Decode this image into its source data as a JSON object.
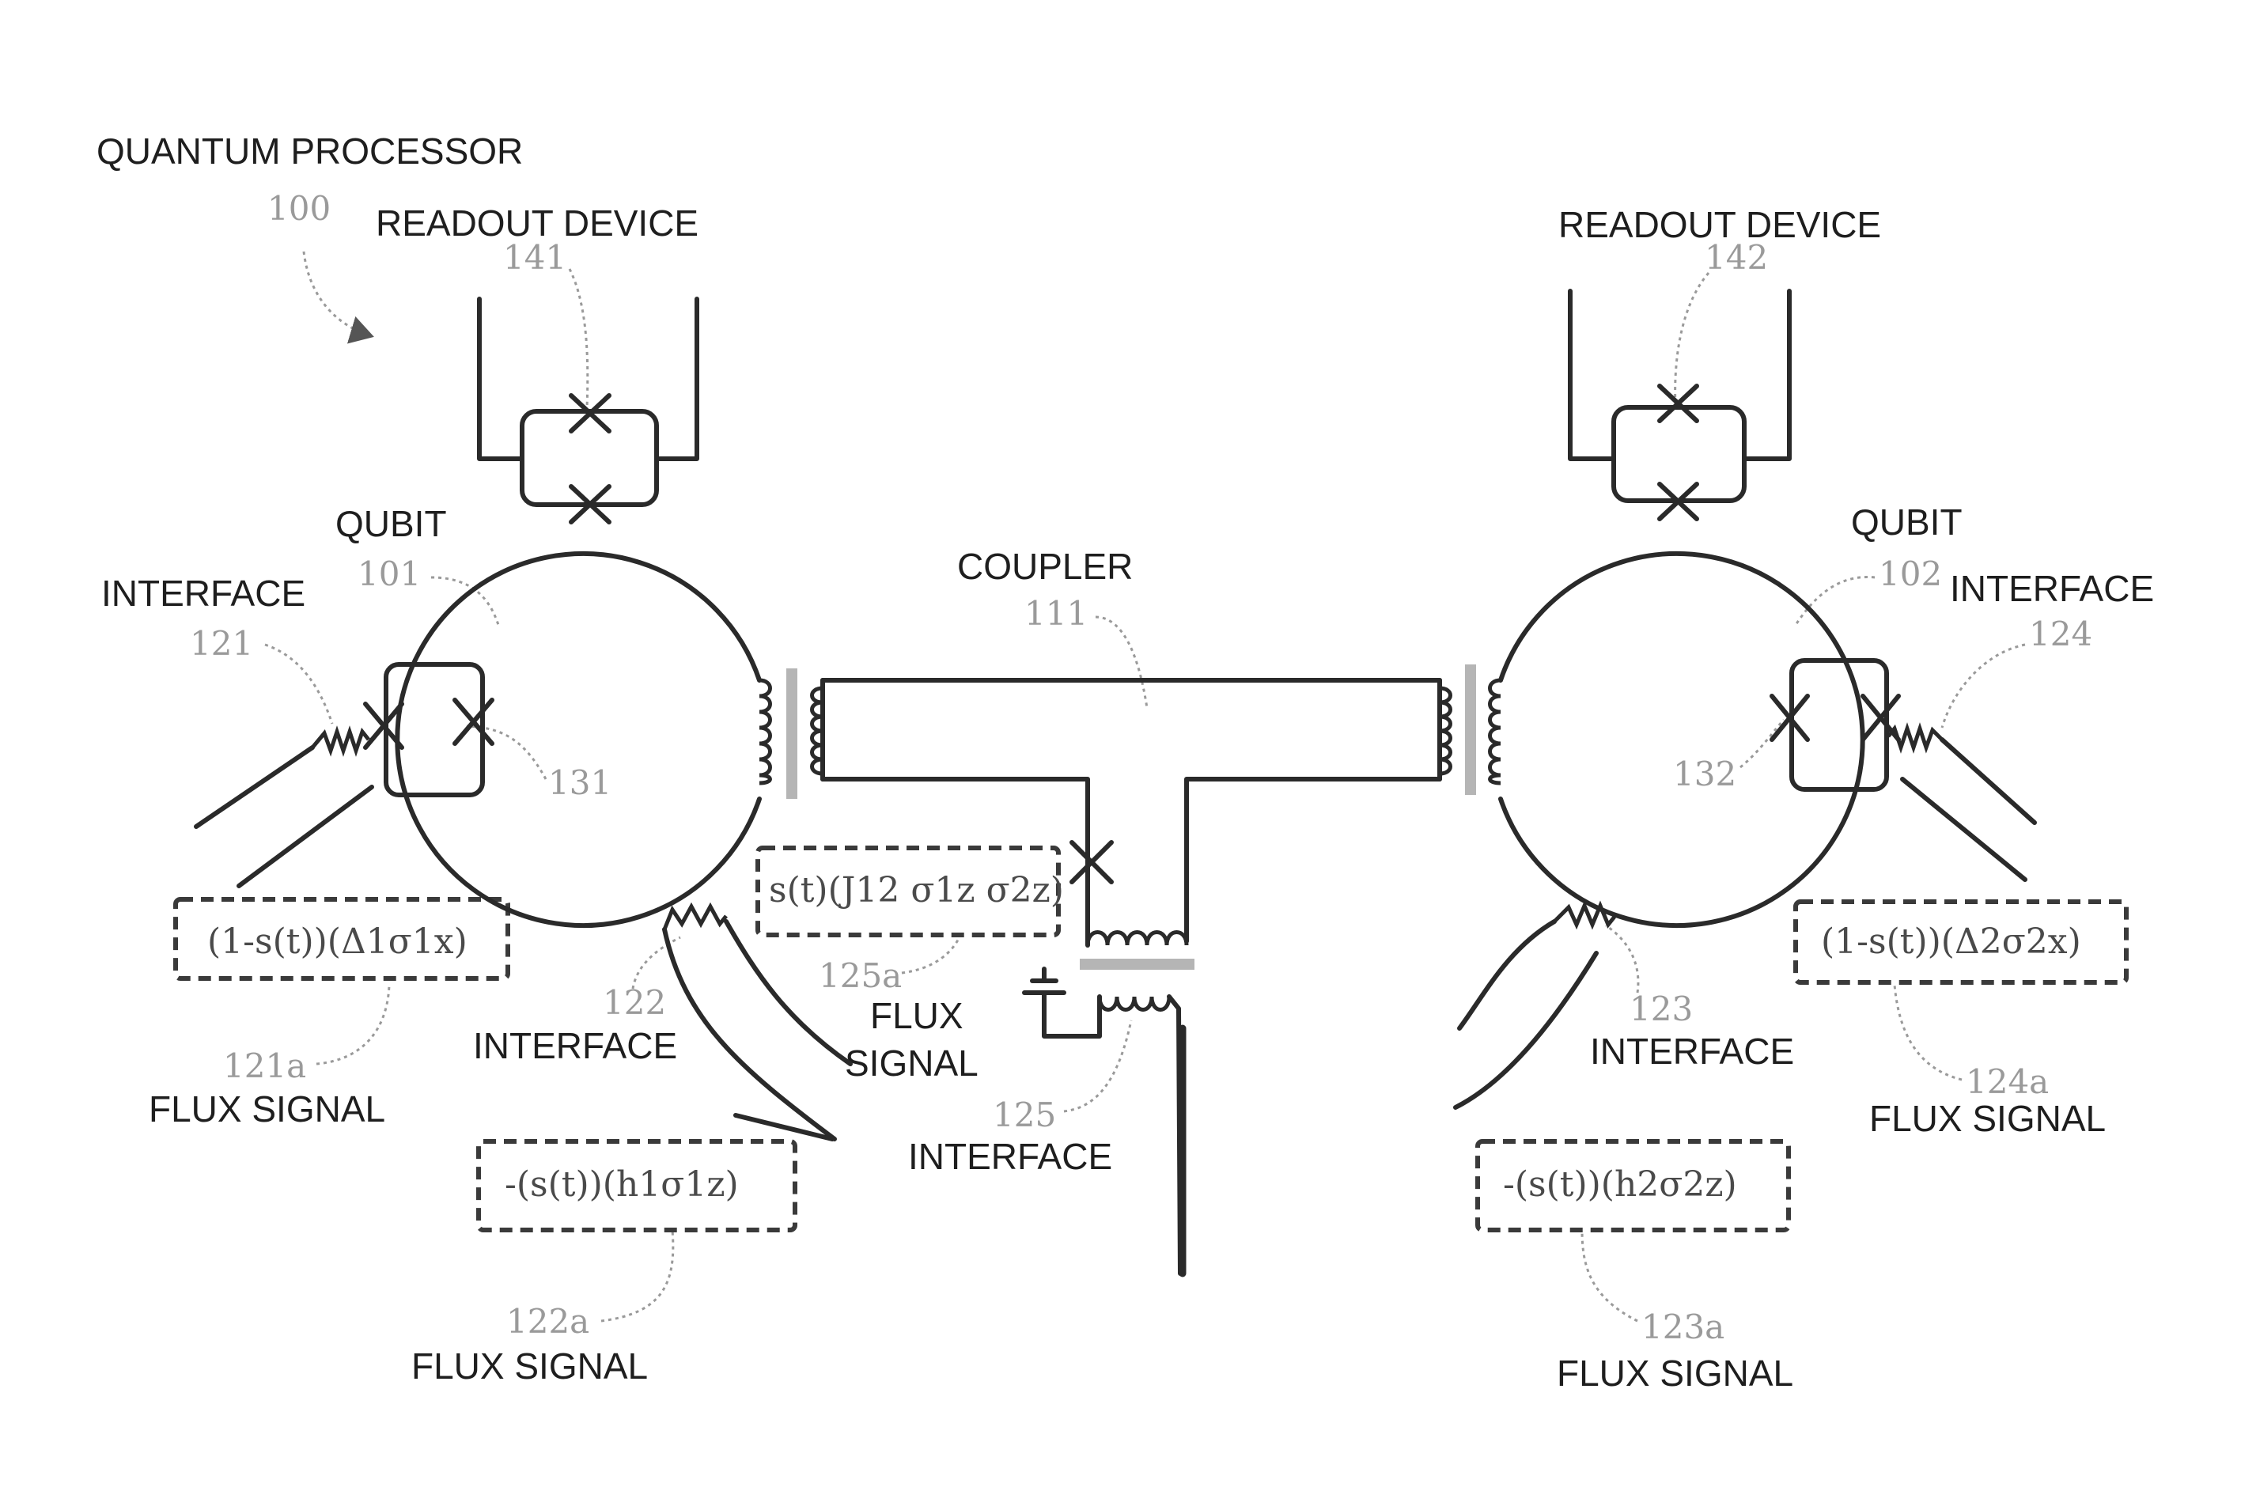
{
  "title": "QUANTUM PROCESSOR",
  "refs": {
    "processor": "100",
    "qubit_left": "101",
    "qubit_right": "102",
    "coupler": "111",
    "interface_121": "121",
    "interface_122": "122",
    "interface_123": "123",
    "interface_124": "124",
    "interface_125": "125",
    "flux_121a": "121a",
    "flux_122a": "122a",
    "flux_123a": "123a",
    "flux_124a": "124a",
    "flux_125a": "125a",
    "junction_131": "131",
    "junction_132": "132",
    "readout_141": "141",
    "readout_142": "142"
  },
  "labels": {
    "readout_device": "READOUT DEVICE",
    "qubit": "QUBIT",
    "interface": "INTERFACE",
    "coupler": "COUPLER",
    "flux_signal": "FLUX SIGNAL",
    "flux": "FLUX",
    "signal": "SIGNAL"
  },
  "equations": {
    "eq_121a": "(1-s(t))(Δ1σ1x)",
    "eq_122a": "-(s(t))(h1σ1z)",
    "eq_123a": "-(s(t))(h2σ2z)",
    "eq_124a": "(1-s(t))(Δ2σ2x)",
    "eq_125a": "s(t)(J12 σ1z σ2z)"
  }
}
